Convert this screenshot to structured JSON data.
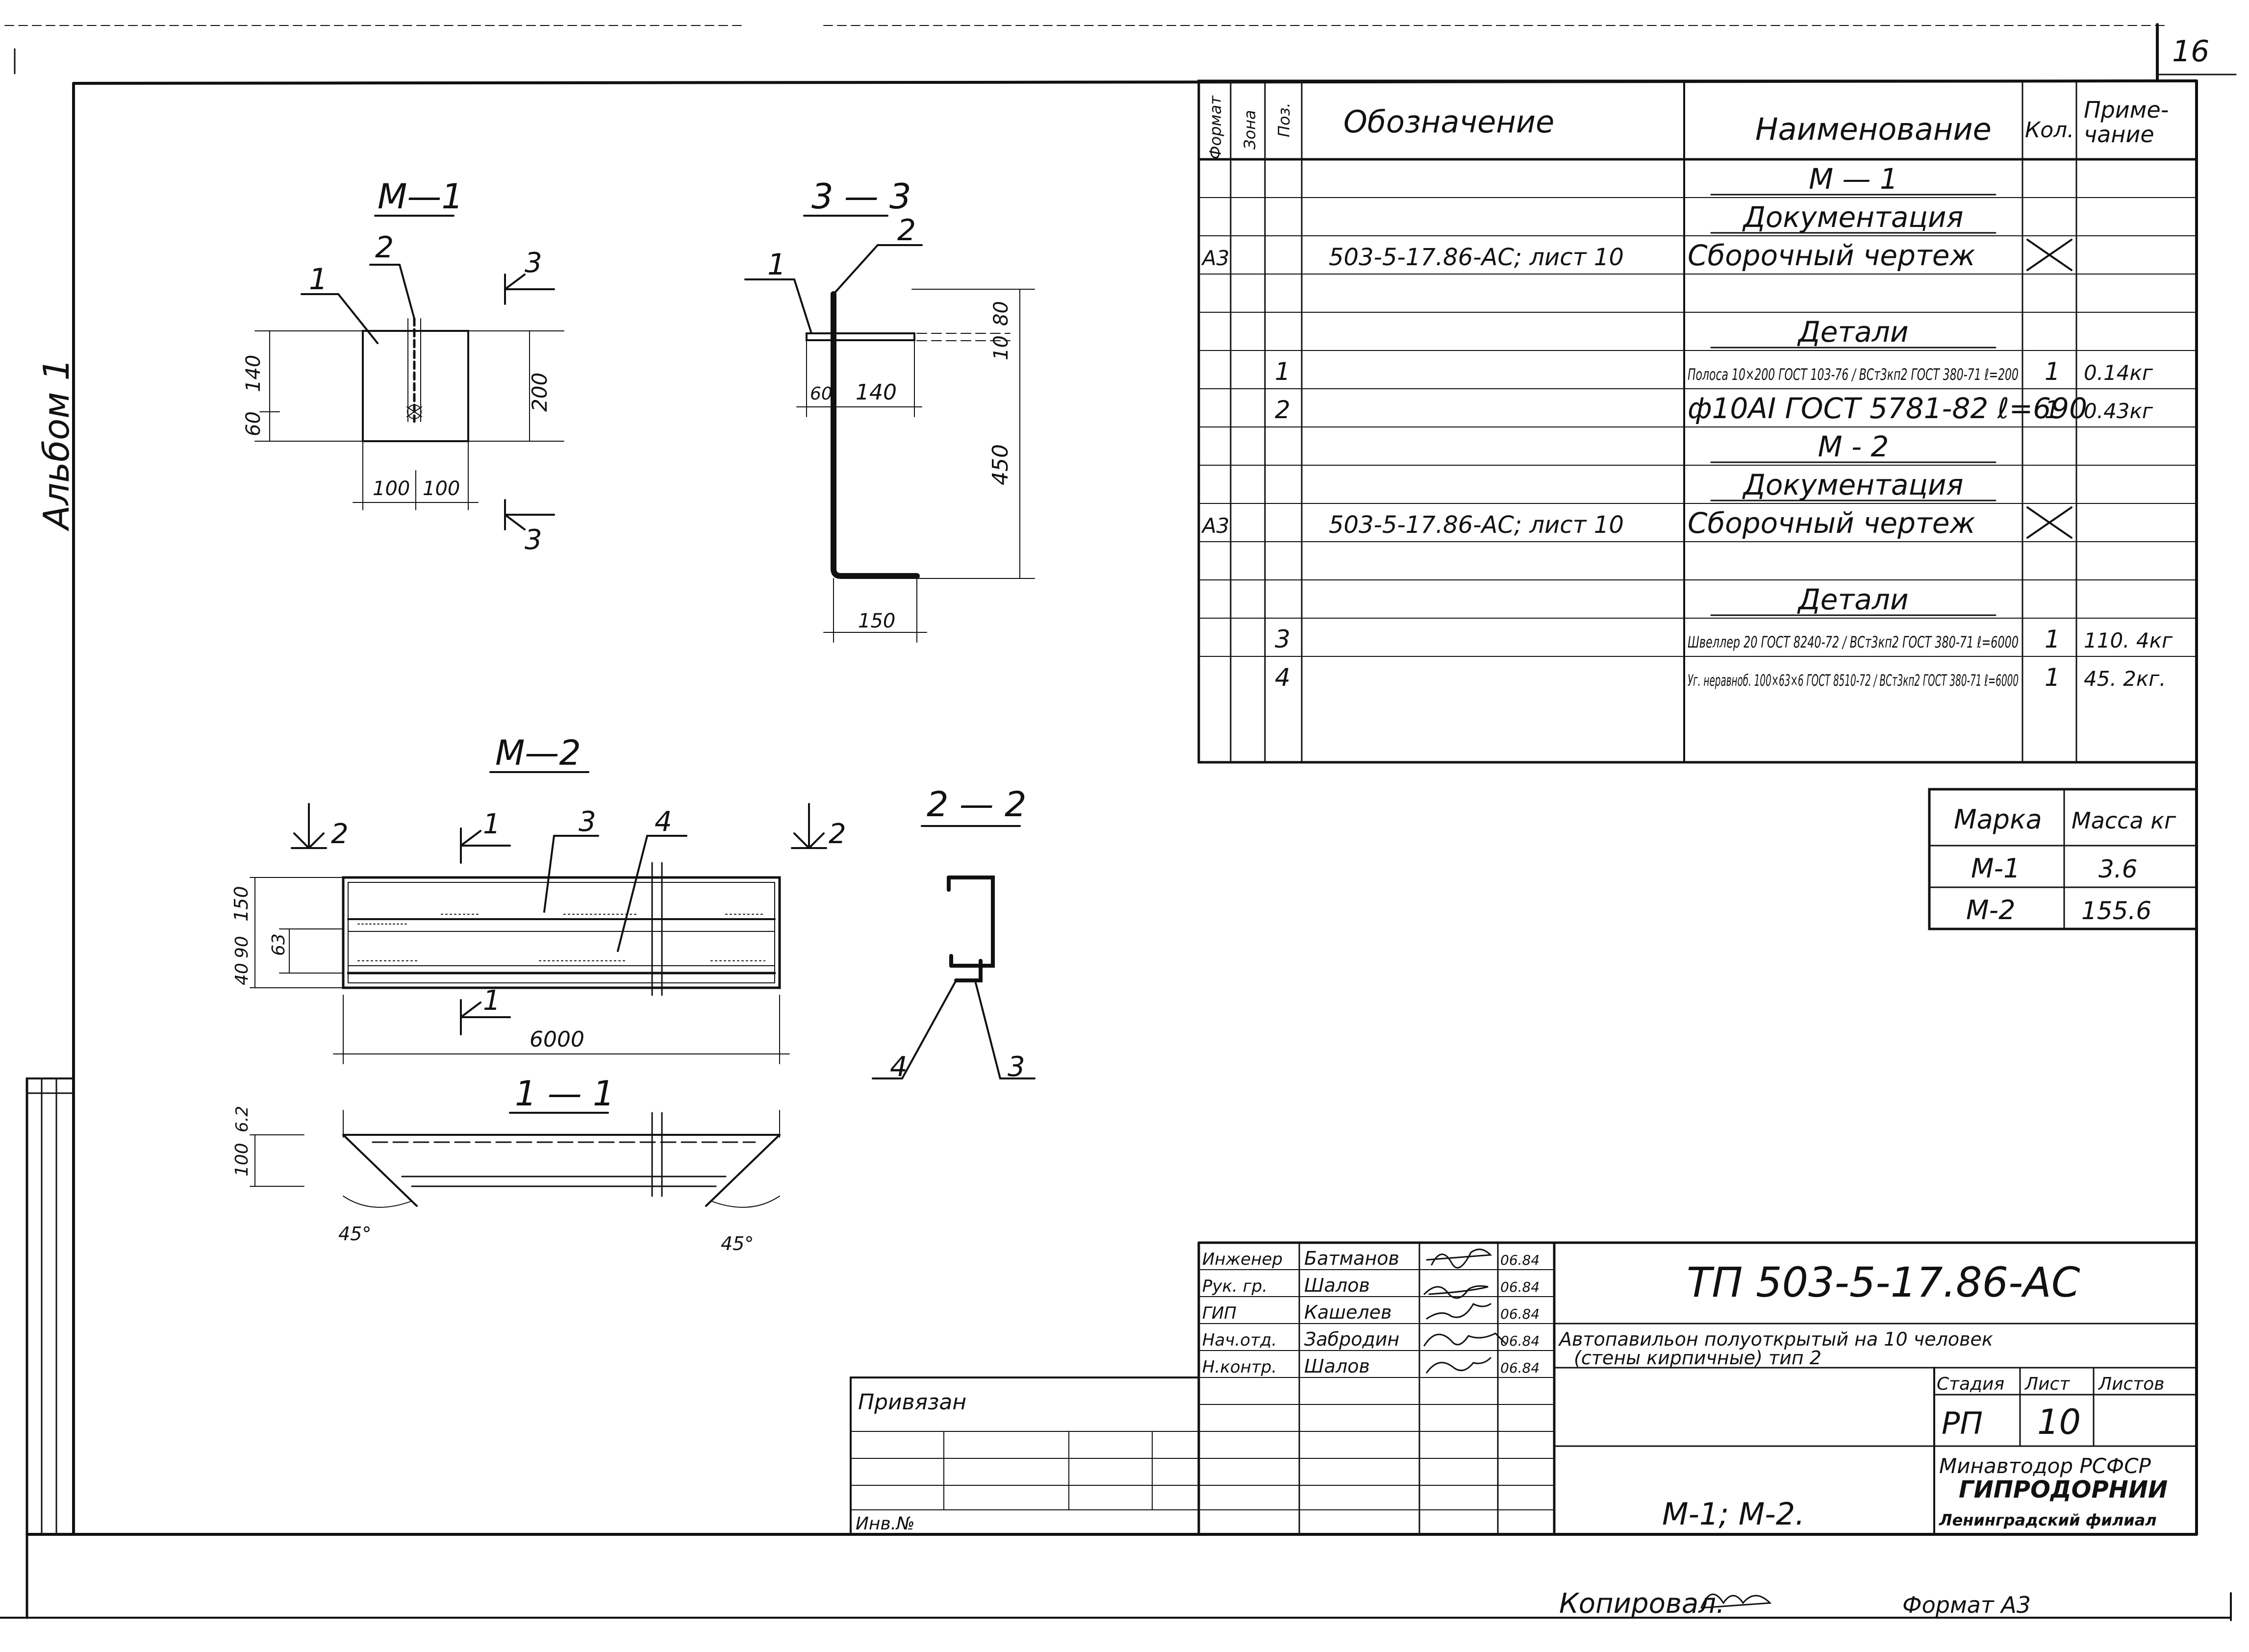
{
  "sheet_number": "16",
  "album_label": "Альбом 1",
  "drawings": {
    "m1": {
      "title": "М—1",
      "callouts": [
        "1",
        "2"
      ],
      "section_mark": "3",
      "dims": {
        "w1": "100",
        "w2": "100",
        "h": "200",
        "left_top": "140",
        "left_bottom": "60"
      }
    },
    "s33": {
      "title": "3 — 3",
      "callouts": [
        "1",
        "2"
      ],
      "dims": {
        "top": "80",
        "gap": "10",
        "vertical": "450",
        "left": "60",
        "horiz": "140",
        "foot": "150"
      }
    },
    "m2": {
      "title": "М—2",
      "section_22": "2",
      "section_11": "1",
      "callouts": [
        "3",
        "4"
      ],
      "dims": {
        "length": "6000",
        "h_total": "150",
        "h_top": "90",
        "h_mid": "63",
        "h_bottom": "40"
      }
    },
    "s11": {
      "title": "1 — 1",
      "dims": {
        "top": "6.2",
        "h": "100"
      },
      "angle_left": "45°",
      "angle_right": "45°"
    },
    "s22": {
      "title": "2 — 2",
      "callouts": [
        "4",
        "3"
      ]
    }
  },
  "spec": {
    "headers": {
      "format": "Формат",
      "zone": "Зона",
      "pos": "Поз.",
      "designation": "Обозначение",
      "name": "Наименование",
      "qty": "Кол.",
      "note": "Приме-\nчание"
    },
    "rows": [
      {
        "kind": "heading",
        "name": "М — 1"
      },
      {
        "kind": "heading",
        "name": "Документация"
      },
      {
        "kind": "item",
        "format": "А3",
        "designation": "503-5-17.86-АС; лист 10",
        "name": "Сборочный чертеж",
        "qty_x": true
      },
      {
        "kind": "blank"
      },
      {
        "kind": "heading",
        "name": "Детали"
      },
      {
        "kind": "item",
        "pos": "1",
        "name": "Полоса 10×200 ГОСТ 103-76 / ВСт3кп2 ГОСТ 380-71  ℓ=200",
        "qty": "1",
        "note": "0.14кг"
      },
      {
        "kind": "item",
        "pos": "2",
        "name": "ф10АI ГОСТ 5781-82   ℓ=690",
        "qty": "1",
        "note": "0.43кг"
      },
      {
        "kind": "heading",
        "name": "М - 2"
      },
      {
        "kind": "heading",
        "name": "Документация"
      },
      {
        "kind": "item",
        "format": "А3",
        "designation": "503-5-17.86-АС; лист 10",
        "name": "Сборочный чертеж",
        "qty_x": true
      },
      {
        "kind": "blank"
      },
      {
        "kind": "heading",
        "name": "Детали"
      },
      {
        "kind": "item",
        "pos": "3",
        "name": "Швеллер 20 ГОСТ 8240-72 / ВСт3кп2 ГОСТ 380-71  ℓ=6000",
        "qty": "1",
        "note": "110. 4кг"
      },
      {
        "kind": "item",
        "pos": "4",
        "name": "Уг. неравноб. 100×63×6 ГОСТ 8510-72 / ВСт3кп2 ГОСТ 380-71  ℓ=6000",
        "qty": "1",
        "note": "45. 2кг."
      }
    ]
  },
  "mass_table": {
    "headers": {
      "mark": "Марка",
      "mass": "Масса кг"
    },
    "rows": [
      {
        "mark": "М-1",
        "mass": "3.6"
      },
      {
        "mark": "М-2",
        "mass": "155.6"
      }
    ]
  },
  "title_block": {
    "code": "ТП 503-5-17.86-АС",
    "project": "Автопавильон полуоткрытый на 10 человек\n(стены кирпичные) тип 2",
    "sheet_title": "М-1; М-2.",
    "stage_header": "Стадия",
    "sheet_header": "Лист",
    "sheets_header": "Листов",
    "stage": "РП",
    "sheet": "10",
    "org": [
      "Минавтодор РСФСР",
      "ГИПРОДОРНИИ",
      "Ленинградский филиал"
    ],
    "people": [
      {
        "role": "Инженер",
        "name": "Батманов",
        "date": "06.84"
      },
      {
        "role": "Рук. гр.",
        "name": "Шалов",
        "date": "06.84"
      },
      {
        "role": "ГИП",
        "name": "Кашелев",
        "date": "06.84"
      },
      {
        "role": "Нач.отд.",
        "name": "Забродин",
        "date": "06.84"
      },
      {
        "role": "Н.контр.",
        "name": "Шалов",
        "date": "06.84"
      }
    ],
    "bound_label": "Привязан",
    "inv_label": "Инв.№"
  },
  "footer": {
    "copied_by": "Копировал.",
    "format": "Формат А3"
  }
}
